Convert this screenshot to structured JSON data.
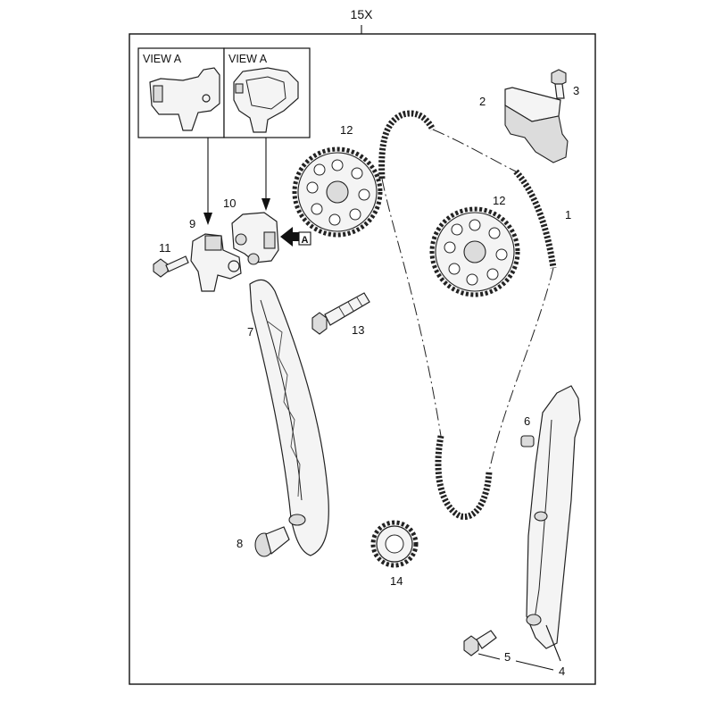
{
  "kit_label": "15X",
  "view_a": [
    "VIEW A",
    "VIEW A"
  ],
  "arrow_tag": "A",
  "callouts": {
    "chain": "1",
    "part2": "2",
    "bolt3": "3",
    "guide4": "4",
    "bolt5": "5",
    "pin6": "6",
    "guide7": "7",
    "bolt8": "8",
    "tensioner9": "9",
    "tensioner10": "10",
    "bolt11": "11",
    "sprocket12a": "12",
    "sprocket12b": "12",
    "bolt13": "13",
    "sprocket14": "14"
  },
  "colors": {
    "line": "#111111",
    "part_fill": "#f4f4f4",
    "shade": "#dcdcdc"
  }
}
